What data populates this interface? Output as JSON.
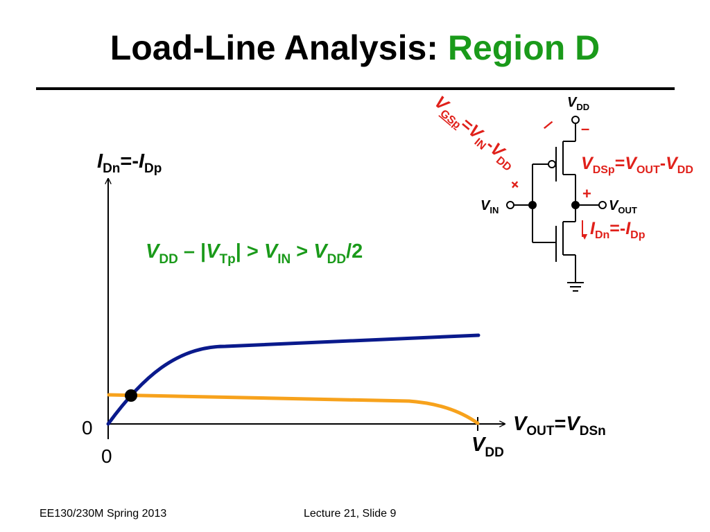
{
  "title": {
    "prefix": "Load-Line Analysis:",
    "highlight": "Region D"
  },
  "colors": {
    "highlight": "#1a9a1a",
    "nmos_curve": "#0a1a8c",
    "pmos_curve": "#f7a21c",
    "annotation": "#e0201a",
    "text": "#000000"
  },
  "graph": {
    "yaxis_label": {
      "var1": "I",
      "sub1": "Dn",
      "eq": "=-",
      "var2": "I",
      "sub2": "Dp"
    },
    "xaxis_label": {
      "var1": "V",
      "sub1": "OUT",
      "eq": "=",
      "var2": "V",
      "sub2": "DSn"
    },
    "y_origin": "0",
    "x_origin": "0",
    "x_end_label": {
      "var": "V",
      "sub": "DD"
    },
    "condition": {
      "v1": "V",
      "s1": "DD",
      "op1": " – |",
      "v2": "V",
      "s2": "Tp",
      "op2": "| > ",
      "v3": "V",
      "s3": "IN",
      "op3": " > ",
      "v4": "V",
      "s4": "DD",
      "tail": "/2"
    }
  },
  "circuit": {
    "vdd": {
      "var": "V",
      "sub": "DD"
    },
    "vin": {
      "var": "V",
      "sub": "IN"
    },
    "vout": {
      "var": "V",
      "sub": "OUT"
    },
    "vgsp": {
      "v1": "V",
      "s1": "GSp",
      "eq": "=",
      "v2": "V",
      "s2": "IN",
      "minus": "-",
      "v3": "V",
      "s3": "DD"
    },
    "vdsp": {
      "v1": "V",
      "s1": "DSp",
      "eq": "=",
      "v2": "V",
      "s2": "OUT",
      "minus": "-",
      "v3": "V",
      "s3": "DD"
    },
    "idn": {
      "v1": "I",
      "s1": "Dn",
      "eq": "=-",
      "v2": "I",
      "s2": "Dp"
    },
    "plus": "+",
    "minus": "–",
    "minus_slash": "/"
  },
  "footer": {
    "left": "EE130/230M Spring 2013",
    "center": "Lecture 21, Slide 9"
  }
}
